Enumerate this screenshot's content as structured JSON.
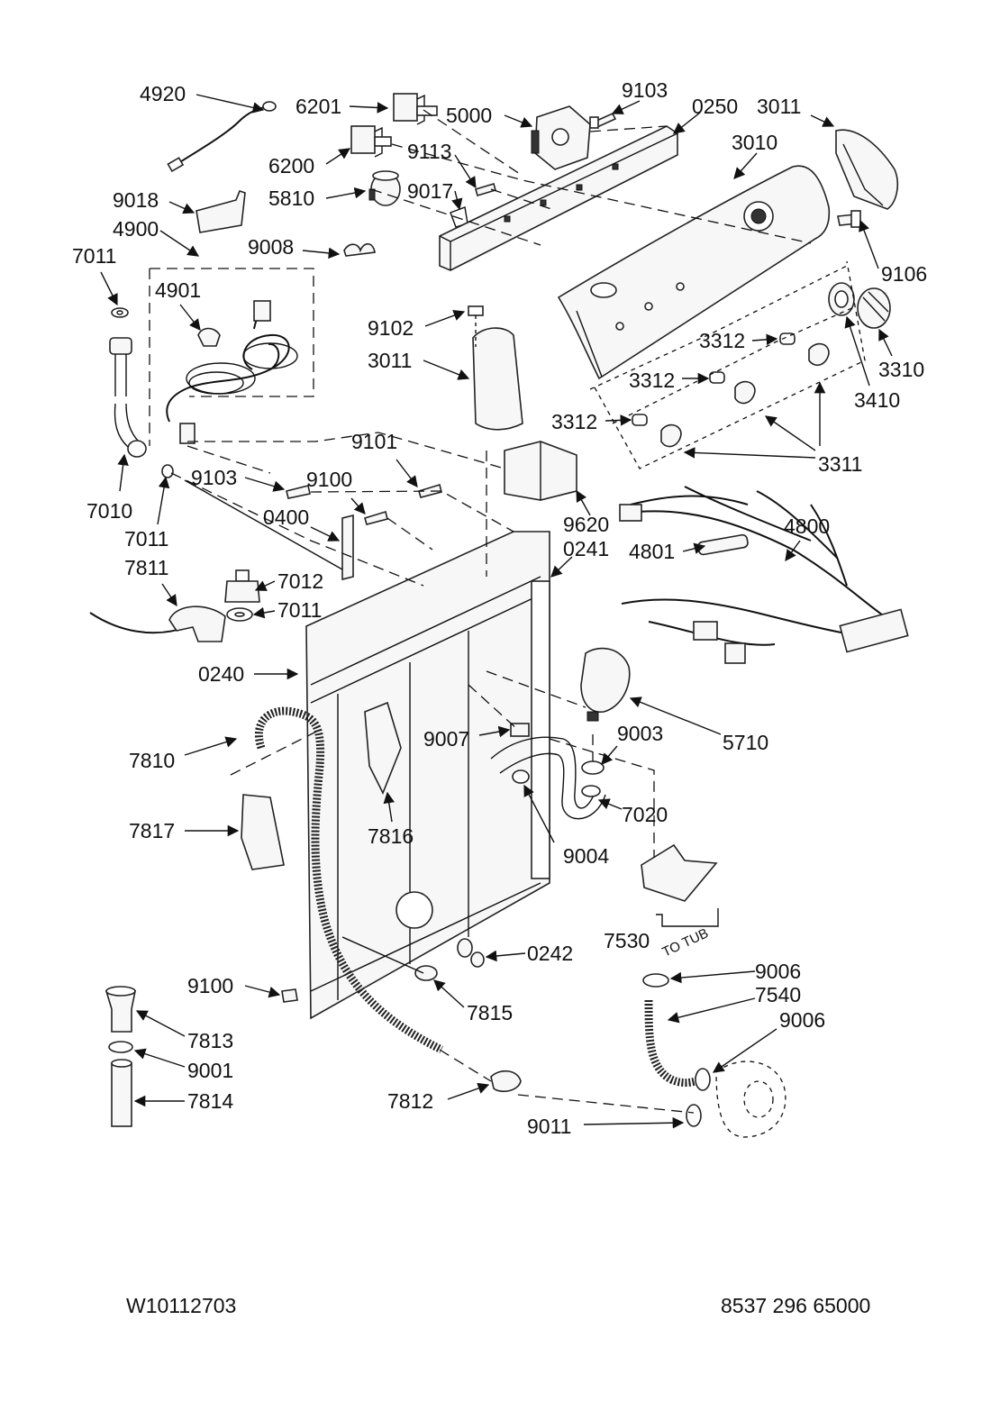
{
  "callouts": {
    "c4920": "4920",
    "c6201": "6201",
    "c5000": "5000",
    "c9103a": "9103",
    "c0250": "0250",
    "c3011a": "3011",
    "c3010": "3010",
    "c6200": "6200",
    "c9113": "9113",
    "c5810": "5810",
    "c9017": "9017",
    "c9018": "9018",
    "c4900": "4900",
    "c9008": "9008",
    "c7011a": "7011",
    "c4901": "4901",
    "c9106": "9106",
    "c9102": "9102",
    "c3011b": "3011",
    "c3312a": "3312",
    "c3310": "3310",
    "c3312b": "3312",
    "c3410": "3410",
    "c3312c": "3312",
    "c3311": "3311",
    "c9101": "9101",
    "c9103b": "9103",
    "c9100a": "9100",
    "c7010": "7010",
    "c7011b": "7011",
    "c0400": "0400",
    "c9620": "9620",
    "c4800": "4800",
    "c0241": "0241",
    "c4801": "4801",
    "c7811": "7811",
    "c7012": "7012",
    "c7011c": "7011",
    "c0240": "0240",
    "c9007": "9007",
    "c9003": "9003",
    "c5710": "5710",
    "c7810": "7810",
    "c7020": "7020",
    "c7817": "7817",
    "c7816": "7816",
    "c9004": "9004",
    "c7530": "7530",
    "c0242": "0242",
    "c9006a": "9006",
    "c9100b": "9100",
    "c7540": "7540",
    "c7815": "7815",
    "c9006b": "9006",
    "c7813": "7813",
    "c9001": "9001",
    "c7814": "7814",
    "c7812": "7812",
    "c9011": "9011"
  },
  "annotation_to_tub": "TO TUB",
  "footer": {
    "left_code": "W10112703",
    "right_code": "8537 296 65000"
  }
}
